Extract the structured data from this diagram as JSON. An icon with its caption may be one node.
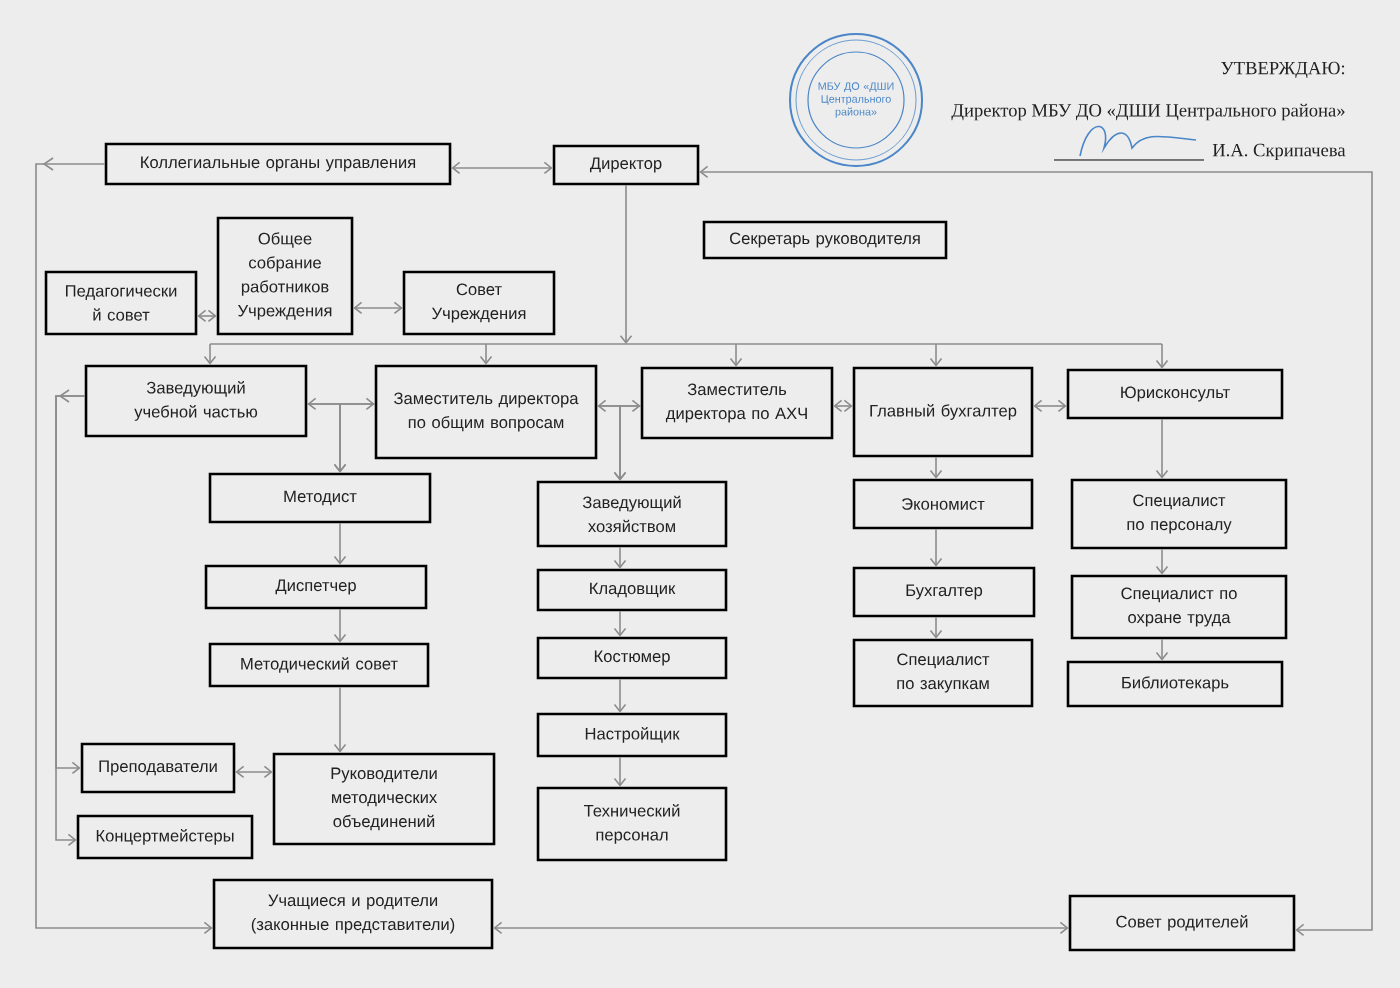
{
  "diagram": {
    "nodes": [
      {
        "text": [
          "Коллегиальные органы управления"
        ]
      },
      {
        "text": [
          "Директор"
        ]
      },
      {
        "text": [
          "Педагогически й совет"
        ]
      },
      {
        "text": [
          "Общее собрание работников Учреждения"
        ]
      },
      {
        "text": [
          "Совет Учреждения"
        ]
      },
      {
        "text": [
          "Секретарь руководителя"
        ]
      },
      {
        "text": [
          "Заведующий учебной частью"
        ]
      },
      {
        "text": [
          "Заместитель директора по общим вопросам"
        ]
      },
      {
        "text": [
          "Заместитель директора по АХЧ"
        ]
      },
      {
        "text": [
          "Главный бухгалтер"
        ]
      },
      {
        "text": [
          "Юрисконсульт"
        ]
      },
      {
        "text": [
          "Методист"
        ]
      },
      {
        "text": [
          "Заведующий хозяйством"
        ]
      },
      {
        "text": [
          "Экономист"
        ]
      },
      {
        "text": [
          "Специалист по персоналу"
        ]
      },
      {
        "text": [
          "Диспетчер"
        ]
      },
      {
        "text": [
          "Кладовщик"
        ]
      },
      {
        "text": [
          "Бухгалтер"
        ]
      },
      {
        "text": [
          "Специалист по охране труда"
        ]
      },
      {
        "text": [
          "Методический совет"
        ]
      },
      {
        "text": [
          "Костюмер"
        ]
      },
      {
        "text": [
          "Специалист по закупкам"
        ]
      },
      {
        "text": [
          "Библиотекарь"
        ]
      },
      {
        "text": [
          "Настройщик"
        ]
      },
      {
        "text": [
          "Преподаватели"
        ]
      },
      {
        "text": [
          "Руководители методических объединений"
        ]
      },
      {
        "text": [
          "Технический персонал"
        ]
      },
      {
        "text": [
          "Концертмейстеры"
        ]
      },
      {
        "text": [
          "Учащиеся и родители (законные представители)"
        ]
      },
      {
        "text": [
          "Совет родителей"
        ]
      }
    ],
    "edges": [
      {
        "from": 0,
        "to": 1,
        "arrow": "both"
      },
      {
        "from": 1,
        "to": 29,
        "arrow": "both"
      },
      {
        "from": 0,
        "to": 28,
        "arrow": "to"
      },
      {
        "from": 2,
        "to": 3,
        "arrow": "both"
      },
      {
        "from": 3,
        "to": 4,
        "arrow": "both"
      },
      {
        "from": 1,
        "to": 6,
        "arrow": "to"
      },
      {
        "from": 1,
        "to": 7,
        "arrow": "to"
      },
      {
        "from": 1,
        "to": 8,
        "arrow": "to"
      },
      {
        "from": 1,
        "to": 9,
        "arrow": "to"
      },
      {
        "from": 1,
        "to": 10,
        "arrow": "to"
      },
      {
        "from": 6,
        "to": 7,
        "arrow": "both"
      },
      {
        "from": 6,
        "to": 11,
        "arrow": "to"
      },
      {
        "from": 7,
        "to": 11,
        "arrow": "to"
      },
      {
        "from": 7,
        "to": 8,
        "arrow": "both"
      },
      {
        "from": 7,
        "to": 12,
        "arrow": "to"
      },
      {
        "from": 8,
        "to": 12,
        "arrow": "to"
      },
      {
        "from": 8,
        "to": 9,
        "arrow": "both"
      },
      {
        "from": 9,
        "to": 10,
        "arrow": "both"
      },
      {
        "from": 11,
        "to": 15,
        "arrow": "to"
      },
      {
        "from": 15,
        "to": 19,
        "arrow": "to"
      },
      {
        "from": 19,
        "to": 25,
        "arrow": "to"
      },
      {
        "from": 24,
        "to": 25,
        "arrow": "both"
      },
      {
        "from": 6,
        "to": 24,
        "arrow": "to"
      },
      {
        "from": 6,
        "to": 27,
        "arrow": "to"
      },
      {
        "from": 12,
        "to": 16,
        "arrow": "to"
      },
      {
        "from": 16,
        "to": 20,
        "arrow": "to"
      },
      {
        "from": 20,
        "to": 23,
        "arrow": "to"
      },
      {
        "from": 23,
        "to": 26,
        "arrow": "to"
      },
      {
        "from": 9,
        "to": 13,
        "arrow": "to"
      },
      {
        "from": 13,
        "to": 17,
        "arrow": "to"
      },
      {
        "from": 17,
        "to": 21,
        "arrow": "to"
      },
      {
        "from": 10,
        "to": 14,
        "arrow": "to"
      },
      {
        "from": 14,
        "to": 18,
        "arrow": "to"
      },
      {
        "from": 18,
        "to": 22,
        "arrow": "to"
      },
      {
        "from": 28,
        "to": 29,
        "arrow": "both"
      }
    ],
    "labels": [
      "УТВЕРЖДАЮ:",
      "МБУ ДО «ДШИ Центрального района»",
      "Директор МБУ ДО «ДШИ Центрального района»",
      "И.А. Скрипачева"
    ]
  }
}
